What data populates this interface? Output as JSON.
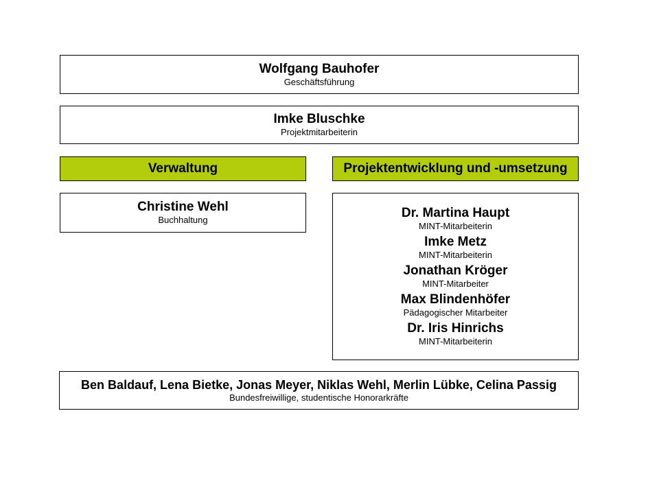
{
  "colors": {
    "header_fill": "#b3cc0c",
    "border": "#000000"
  },
  "management": {
    "name": "Wolfgang Bauhofer",
    "role": "Geschäftsführung"
  },
  "project_staff": {
    "name": "Imke Bluschke",
    "role": "Projektmitarbeiterin"
  },
  "departments": {
    "left": {
      "title": "Verwaltung",
      "members": [
        {
          "name": "Christine Wehl",
          "role": "Buchhaltung"
        }
      ]
    },
    "right": {
      "title": "Projektentwicklung und -umsetzung",
      "members": [
        {
          "name": "Dr. Martina Haupt",
          "role": "MINT-Mitarbeiterin"
        },
        {
          "name": "Imke Metz",
          "role": "MINT-Mitarbeiterin"
        },
        {
          "name": "Jonathan Kröger",
          "role": "MINT-Mitarbeiter"
        },
        {
          "name": "Max Blindenhöfer",
          "role": "Pädagogischer Mitarbeiter"
        },
        {
          "name": "Dr. Iris Hinrichs",
          "role": "MINT-Mitarbeiterin"
        }
      ]
    }
  },
  "volunteers": {
    "names": "Ben Baldauf, Lena Bietke, Jonas Meyer, Niklas Wehl, Merlin Lübke, Celina Passig",
    "role": "Bundesfreiwillige, studentische Honorarkräfte"
  }
}
